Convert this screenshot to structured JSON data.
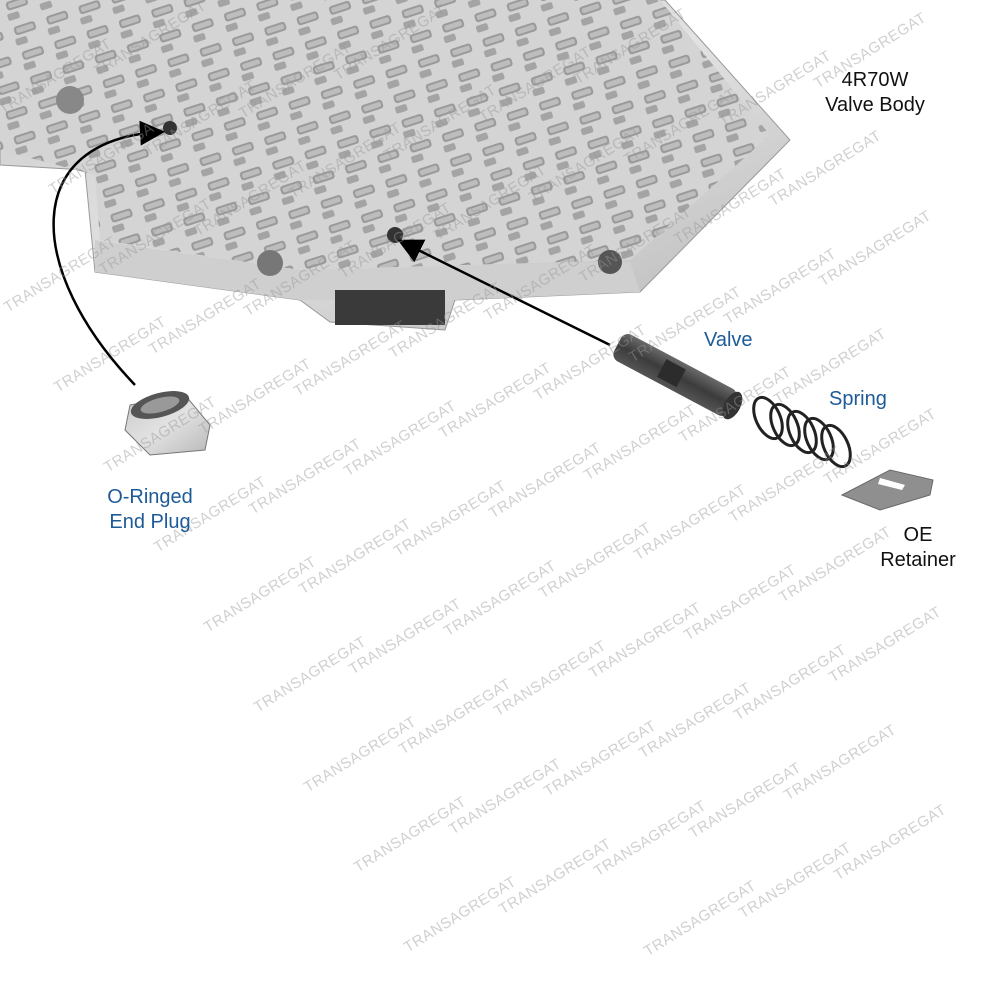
{
  "labels": {
    "valve_body_model": "4R70W",
    "valve_body_name": "Valve Body",
    "valve": "Valve",
    "spring": "Spring",
    "end_plug_line1": "O-Ringed",
    "end_plug_line2": "End Plug",
    "retainer_line1": "OE",
    "retainer_line2": "Retainer"
  },
  "watermark": "TRANSAGREGAT",
  "colors": {
    "label_blue": "#1d5a98",
    "label_black": "#111111"
  }
}
